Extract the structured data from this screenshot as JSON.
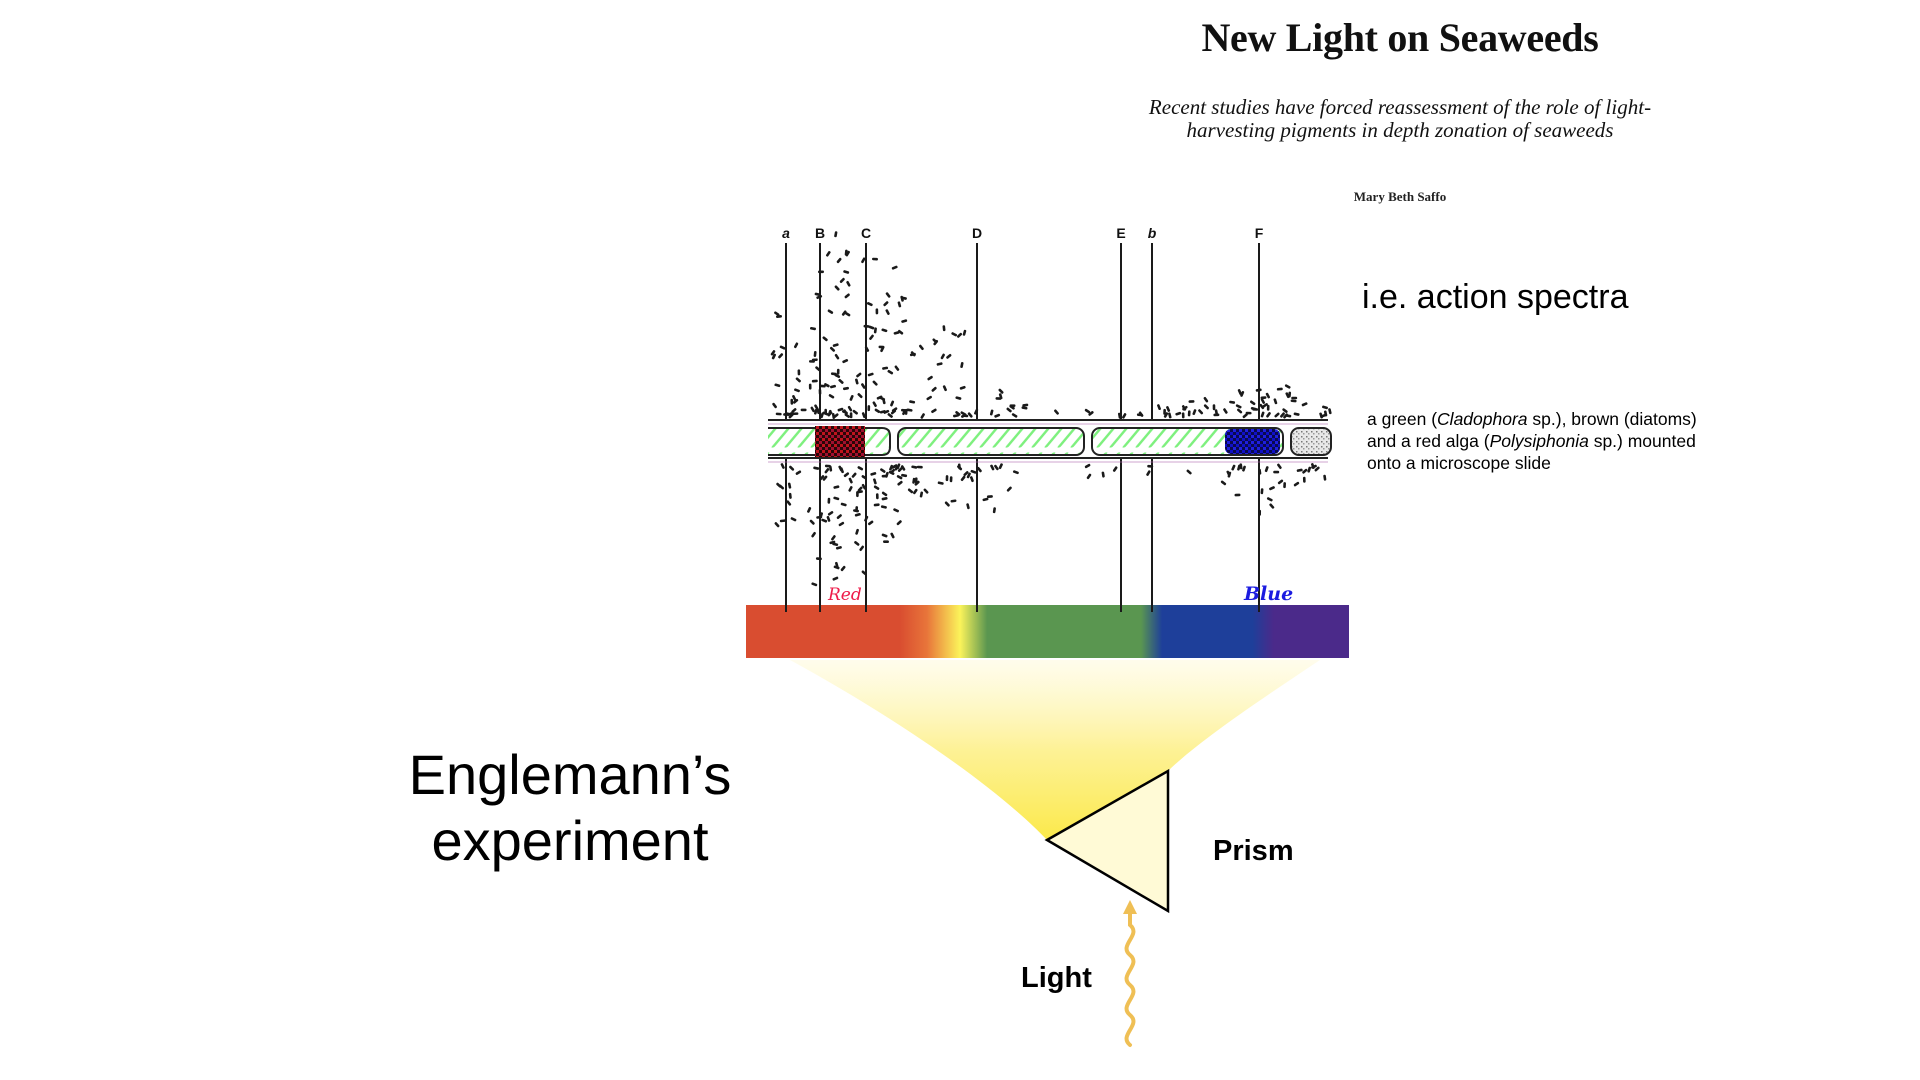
{
  "paper": {
    "title": "New Light on Seaweeds",
    "subtitle_line1": "Recent studies have forced reassessment of the role of light-",
    "subtitle_line2": "harvesting pigments in depth zonation of seaweeds",
    "author": "Mary Beth Saffo"
  },
  "annotation": {
    "action_spectra": "i.e. action spectra"
  },
  "caption": {
    "part1": "a green (",
    "italic1": "Cladophora",
    "part2": " sp.), brown (diatoms) and a red alga (",
    "italic2": "Polysiphonia",
    "part3": " sp.) mounted onto a microscope slide"
  },
  "slide_title": {
    "line1": "Englemann’s",
    "line2": "experiment"
  },
  "labels": {
    "prism": "Prism",
    "light": "Light",
    "red_band": "Red",
    "blue_band": "Blue"
  },
  "fraunhofer_lines": [
    {
      "label": "a",
      "italic": true
    },
    {
      "label": "B",
      "italic": false
    },
    {
      "label": "C",
      "italic": false
    },
    {
      "label": "D",
      "italic": false
    },
    {
      "label": "E",
      "italic": false
    },
    {
      "label": "b",
      "italic": true
    },
    {
      "label": "F",
      "italic": false
    }
  ],
  "spectrum": {
    "colors": {
      "red": "#d94d30",
      "orange": "#e8753a",
      "yellow": "#fbf35a",
      "green": "#5a9650",
      "blue": "#1e3f9a",
      "violet": "#4b2a8a"
    }
  },
  "alga_cells": [
    {
      "name": "green-cell",
      "fill": "#7ef07e"
    },
    {
      "name": "green-cell",
      "fill": "#7ef07e"
    },
    {
      "name": "green-cell",
      "fill": "#7ef07e"
    },
    {
      "name": "gray-cell",
      "fill": "#cfcfcf"
    }
  ],
  "pigment_patches": {
    "red_patch": "#c0141c",
    "blue_patch": "#1010c8"
  },
  "bacteria_density": {
    "description": "Aerotactic bacteria cluster most densely at red (B–C) and blue (F) wavelengths, sparse in green",
    "peaks": [
      "Red",
      "Blue"
    ]
  },
  "colors": {
    "light_beam": "#fbe94a",
    "prism_fill": "#fffad6",
    "light_wave": "#efbf55"
  }
}
